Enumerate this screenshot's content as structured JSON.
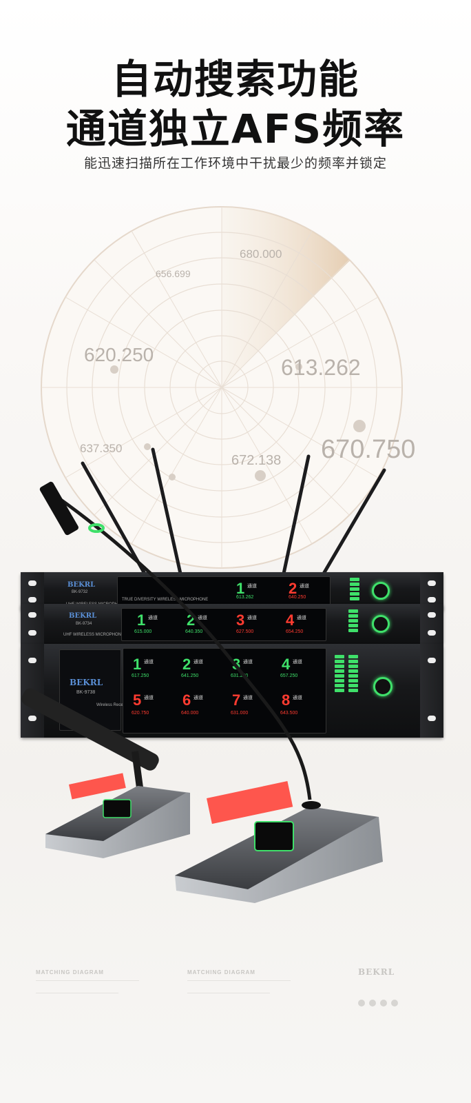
{
  "headline": {
    "line1": "自动搜索功能",
    "line2": "通道独立AFS频率",
    "subtitle": "能迅速扫描所在工作环境中干扰最少的频率并锁定"
  },
  "radar_frequencies": [
    "680.000",
    "656.699",
    "620.250",
    "613.262",
    "637.350",
    "672.138",
    "670.750"
  ],
  "receivers": {
    "unit1": {
      "brand": "BEKRL",
      "model": "BK-9732",
      "label": "UHF WIRELESS MICROPHONE RX",
      "panel": "TRUE DIVERSITY WIRELESS MICROPHONE",
      "channels": [
        {
          "n": "1",
          "t": "通道",
          "f": "613.262"
        },
        {
          "n": "2",
          "t": "通道",
          "f": "640.250"
        }
      ]
    },
    "unit2": {
      "brand": "BEKRL",
      "model": "BK-9734",
      "label": "UHF WIRELESS MICROPHONE RX",
      "channels": [
        {
          "n": "1",
          "t": "通道",
          "f": "615.000"
        },
        {
          "n": "2",
          "t": "通道",
          "f": "640.350"
        },
        {
          "n": "3",
          "t": "通道",
          "f": "627.500"
        },
        {
          "n": "4",
          "t": "通道",
          "f": "654.250"
        }
      ]
    },
    "unit3": {
      "brand": "BEKRL",
      "model": "BK-9738",
      "label": "Wireless Receiver",
      "channels": [
        {
          "n": "1",
          "t": "通道",
          "f": "617.250"
        },
        {
          "n": "2",
          "t": "通道",
          "f": "641.250"
        },
        {
          "n": "3",
          "t": "通道",
          "f": "631.250"
        },
        {
          "n": "4",
          "t": "通道",
          "f": "657.250"
        },
        {
          "n": "5",
          "t": "通道",
          "f": "620.750"
        },
        {
          "n": "6",
          "t": "通道",
          "f": "640.000"
        },
        {
          "n": "7",
          "t": "通道",
          "f": "631.000"
        },
        {
          "n": "8",
          "t": "通道",
          "f": "643.500"
        }
      ]
    }
  },
  "footer": {
    "col1_heading": "MATCHING DIAGRAM",
    "col2_heading": "MATCHING DIAGRAM",
    "brand": "BEKRL"
  },
  "colors": {
    "accent_green": "#3fe06a",
    "alert_red": "#ff3b30",
    "radar_sweep": "#e8d2b8"
  }
}
